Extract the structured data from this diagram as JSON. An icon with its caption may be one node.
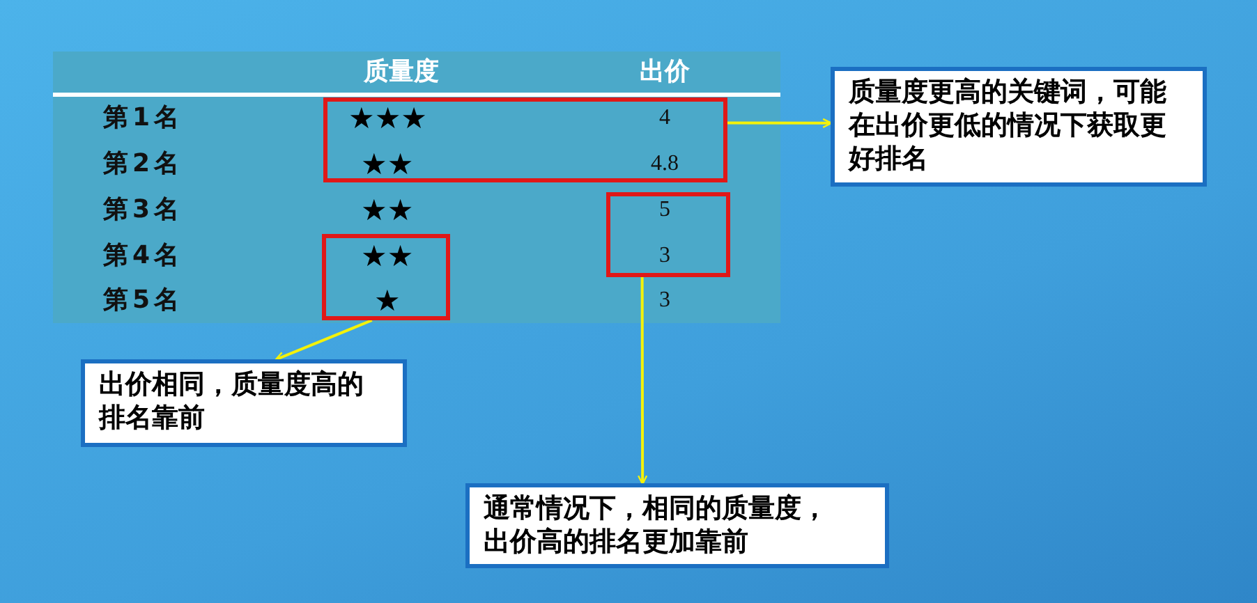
{
  "diagram": {
    "nodes": [
      {
        "text": [],
        "shape": "box"
      },
      {
        "text": [],
        "shape": "box"
      },
      {
        "text": [],
        "shape": "box"
      },
      {
        "text": [
          "质量度更高的关键词，可能在出价更低的情况下获取更好排名"
        ]
      },
      {
        "text": [
          "出价相同，质量度高的排名靠前"
        ]
      },
      {
        "text": [
          "通常情况下，相同的质量度，出价高的排名更加靠前"
        ]
      }
    ],
    "edges": [
      {
        "from": 0,
        "to": 3,
        "arrow": "to"
      },
      {
        "from": 2,
        "to": 4,
        "arrow": "to"
      },
      {
        "from": 1,
        "to": 5,
        "arrow": "to"
      }
    ],
    "labels": [
      "质量度",
      "出价",
      "第1名",
      "★★★",
      "4",
      "第2名",
      "★★",
      "4.8",
      "第3名",
      "★★",
      "5",
      "第4名",
      "★★",
      "3",
      "第5名",
      "★",
      "3"
    ]
  }
}
